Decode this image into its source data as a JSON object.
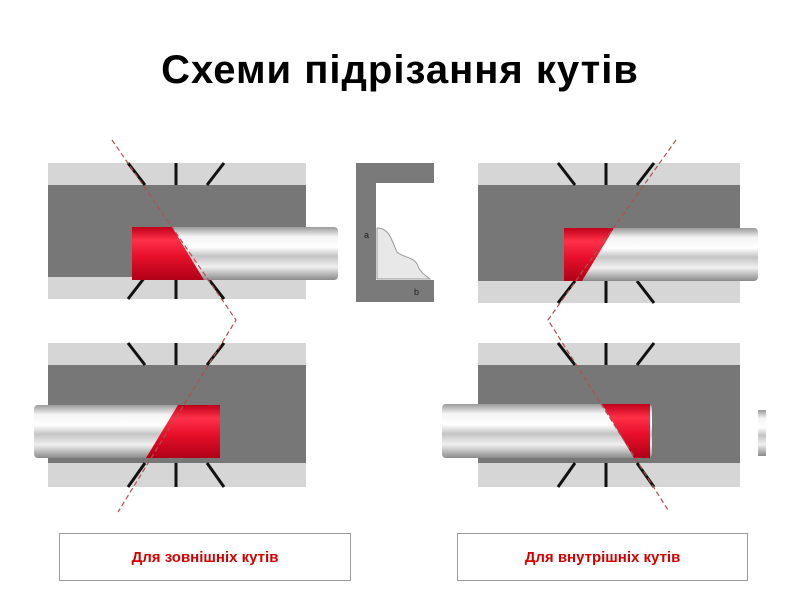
{
  "title": "Схеми підрізання кутів",
  "profile_labels": {
    "a": "a",
    "b": "b"
  },
  "captions": {
    "outer": "Для зовнішніх кутів",
    "inner": "Для внутрішніх кутів"
  },
  "colors": {
    "light_gray": "#d6d6d6",
    "dark_gray": "#777777",
    "cut_red": "#e8102a",
    "caption_red": "#d40000"
  }
}
